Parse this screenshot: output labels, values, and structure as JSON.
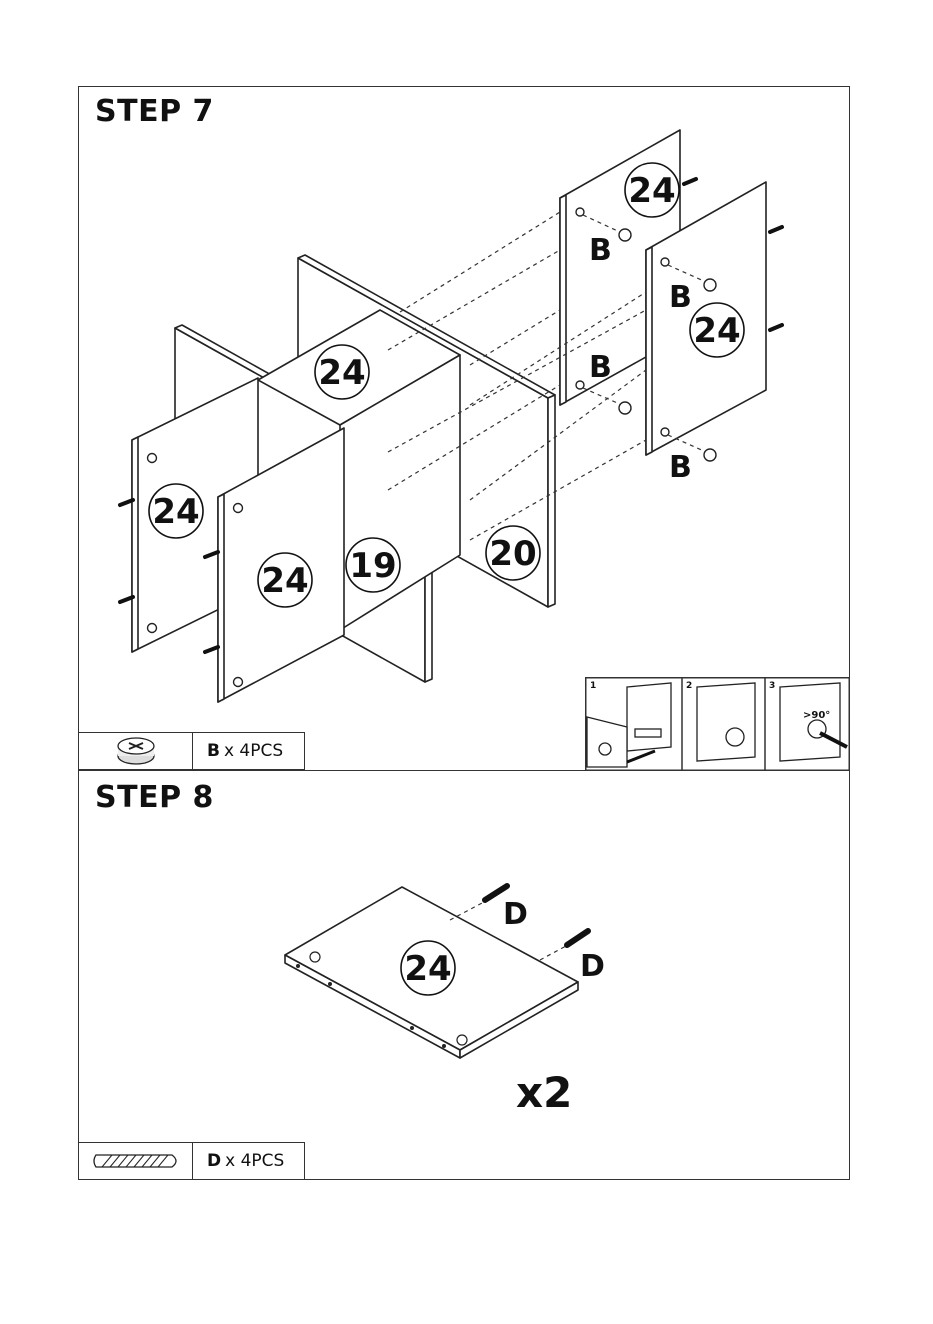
{
  "steps": [
    {
      "title": "STEP 7",
      "panel_labels": [
        "24",
        "24",
        "24",
        "24",
        "24",
        "19",
        "20"
      ],
      "hardware_labels": [
        "B",
        "B",
        "B",
        "B"
      ],
      "parts": {
        "code": "B",
        "quantity": "x 4PCS",
        "icon": "cam-lock-icon"
      },
      "inset_steps": [
        "1",
        "2",
        "3"
      ],
      "inset_angle": ">90°"
    },
    {
      "title": "STEP 8",
      "panel_labels": [
        "24"
      ],
      "hardware_labels": [
        "D",
        "D"
      ],
      "multiplier": "x2",
      "parts": {
        "code": "D",
        "quantity": "x 4PCS",
        "icon": "wooden-dowel-icon"
      }
    }
  ]
}
